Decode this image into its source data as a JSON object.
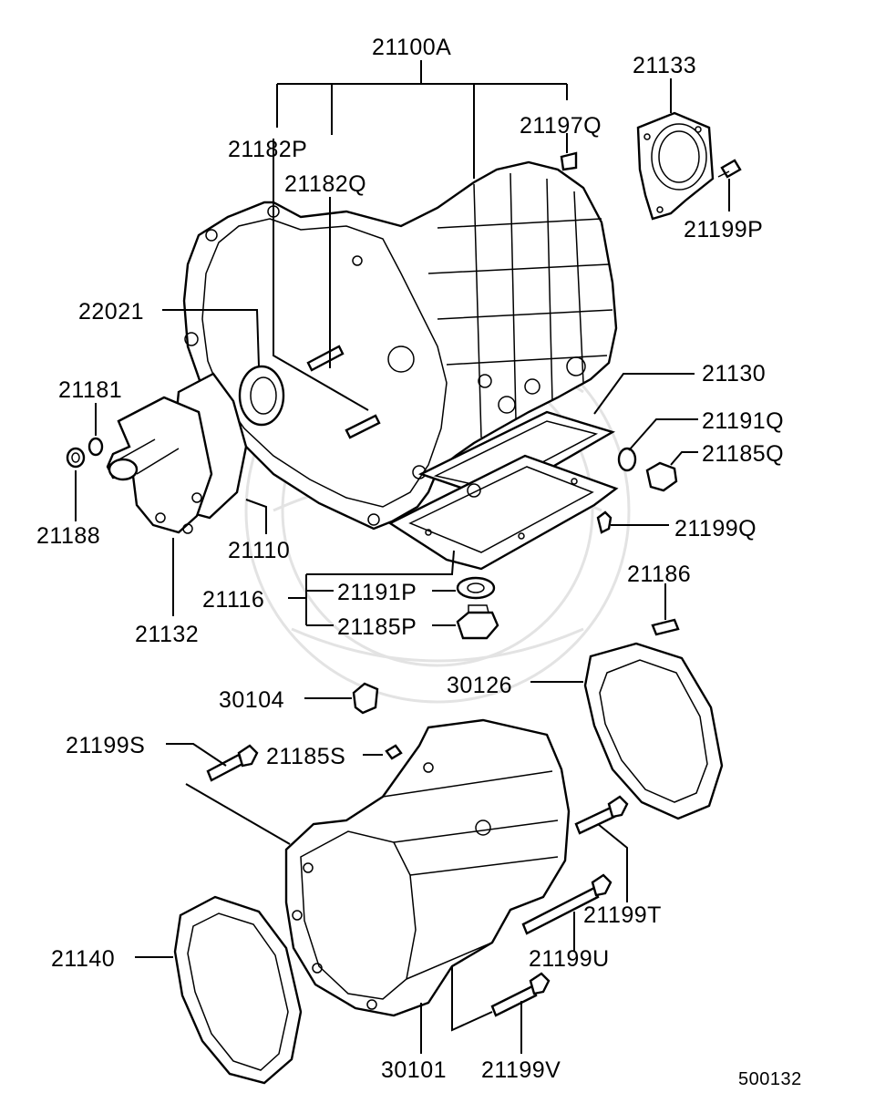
{
  "labels": {
    "l_21100A": "21100A",
    "l_21133": "21133",
    "l_21197Q": "21197Q",
    "l_21182P": "21182P",
    "l_21182Q": "21182Q",
    "l_21199P": "21199P",
    "l_22021": "22021",
    "l_21130": "21130",
    "l_21181": "21181",
    "l_21191Q": "21191Q",
    "l_21185Q": "21185Q",
    "l_21188": "21188",
    "l_21110": "21110",
    "l_21199Q": "21199Q",
    "l_21186": "21186",
    "l_21116": "21116",
    "l_21191P": "21191P",
    "l_21185P": "21185P",
    "l_21132": "21132",
    "l_30126": "30126",
    "l_30104": "30104",
    "l_21199S": "21199S",
    "l_21185S": "21185S",
    "l_21199T": "21199T",
    "l_21199U": "21199U",
    "l_21140": "21140",
    "l_30101": "30101",
    "l_21199V": "21199V"
  },
  "diagram_id": "500132"
}
